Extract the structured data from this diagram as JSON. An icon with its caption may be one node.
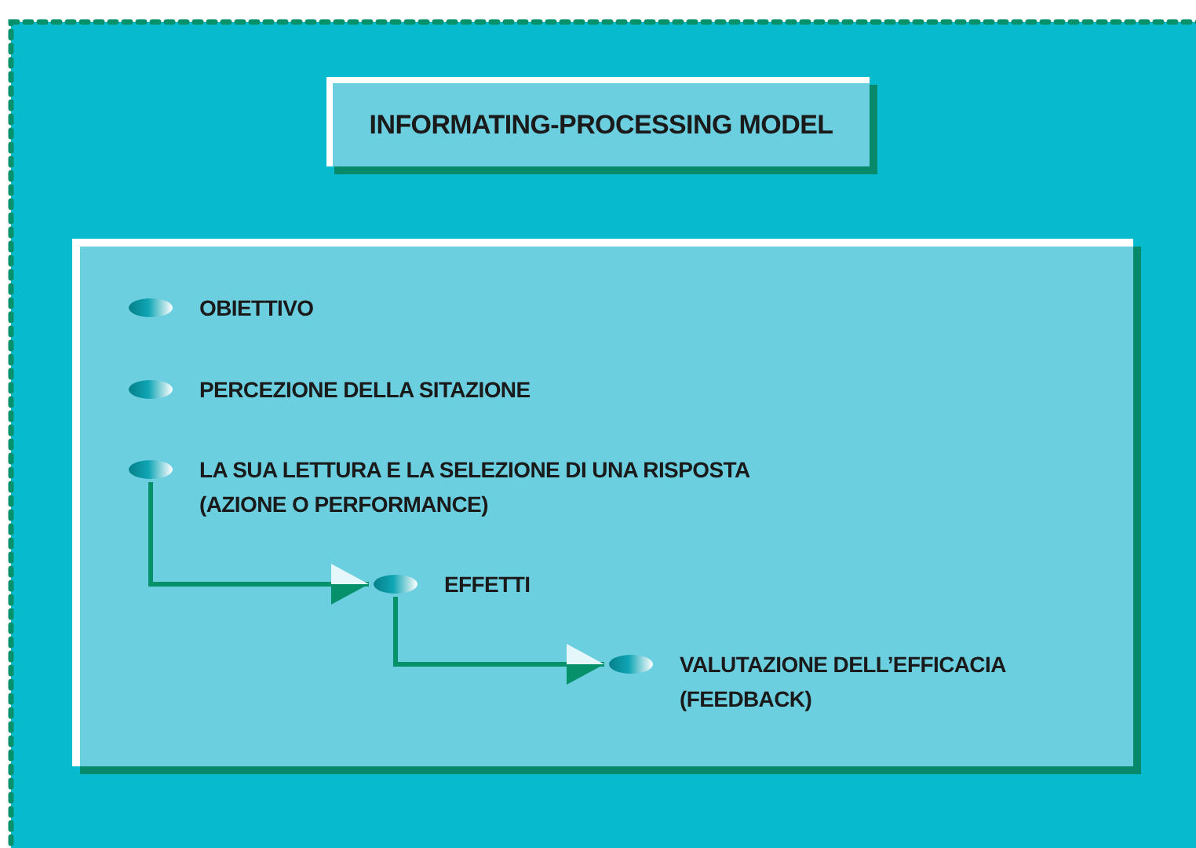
{
  "diagram": {
    "nodes": [
      {
        "text": [
          "INFORMATING-PROCESSING MODEL"
        ]
      },
      {
        "text": [],
        "shape": "box"
      },
      {
        "text": [
          "OBIETTIVO"
        ],
        "in": 1
      },
      {
        "text": [
          "PERCEZIONE DELLA SITAZIONE"
        ],
        "in": 1
      },
      {
        "text": [
          "LA SUA LETTURA E LA SELEZIONE DI UNA RISPOSTA (AZIONE O PERFORMANCE)"
        ],
        "in": 1
      },
      {
        "text": [
          "EFFETTI"
        ],
        "in": 1
      },
      {
        "text": [
          "VALUTAZIONE DELL’EFFICACIA (FEEDBACK)"
        ],
        "in": 1
      }
    ],
    "edges": [
      {
        "from": 4,
        "to": 5,
        "arrow": "to"
      },
      {
        "from": 5,
        "to": 6,
        "arrow": "to"
      }
    ]
  }
}
